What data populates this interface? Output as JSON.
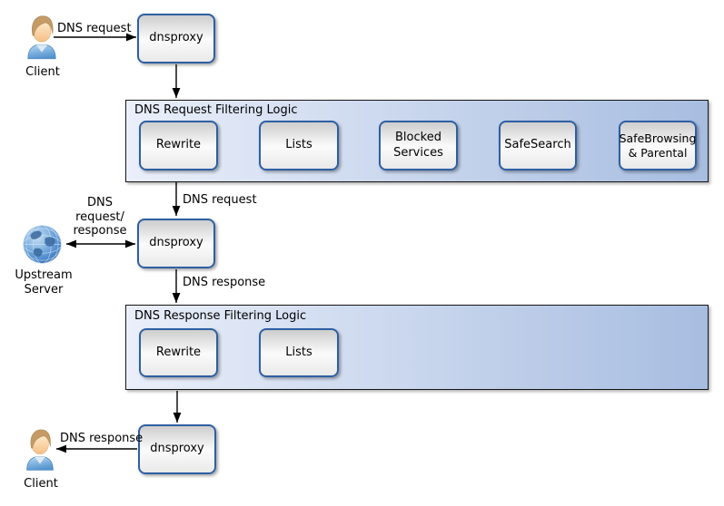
{
  "colors": {
    "node_border": "#2e5fa3",
    "group_gradient_left": "#eaeffa",
    "group_gradient_right": "#a7bde0",
    "group_border": "#161616",
    "arrow": "#000000",
    "shirt_blue": "#5b9bd5",
    "globe_blue": "#4a86c8"
  },
  "actors": {
    "client_top": {
      "label": "Client"
    },
    "client_bottom": {
      "label": "Client"
    },
    "upstream": {
      "label_line1": "Upstream",
      "label_line2": "Server"
    }
  },
  "proxies": {
    "top": {
      "label": "dnsproxy"
    },
    "middle": {
      "label": "dnsproxy"
    },
    "bottom": {
      "label": "dnsproxy"
    }
  },
  "request_filter": {
    "title": "DNS Request Filtering Logic",
    "boxes": [
      {
        "l1": "Rewrite"
      },
      {
        "l1": "Lists"
      },
      {
        "l1": "Blocked",
        "l2": "Services"
      },
      {
        "l1": "SafeSearch"
      },
      {
        "l1": "SafeBrowsing",
        "l2": "& Parental"
      }
    ]
  },
  "response_filter": {
    "title": "DNS Response Filtering Logic",
    "boxes": [
      {
        "l1": "Rewrite"
      },
      {
        "l1": "Lists"
      }
    ]
  },
  "edge_labels": {
    "client_to_proxy": "DNS request",
    "filter_to_proxy_mid": "DNS request",
    "proxy_mid_to_filter": "DNS response",
    "proxy_to_client": "DNS response",
    "upstream_lines": {
      "0": "DNS",
      "1": "request/",
      "2": "response"
    }
  }
}
